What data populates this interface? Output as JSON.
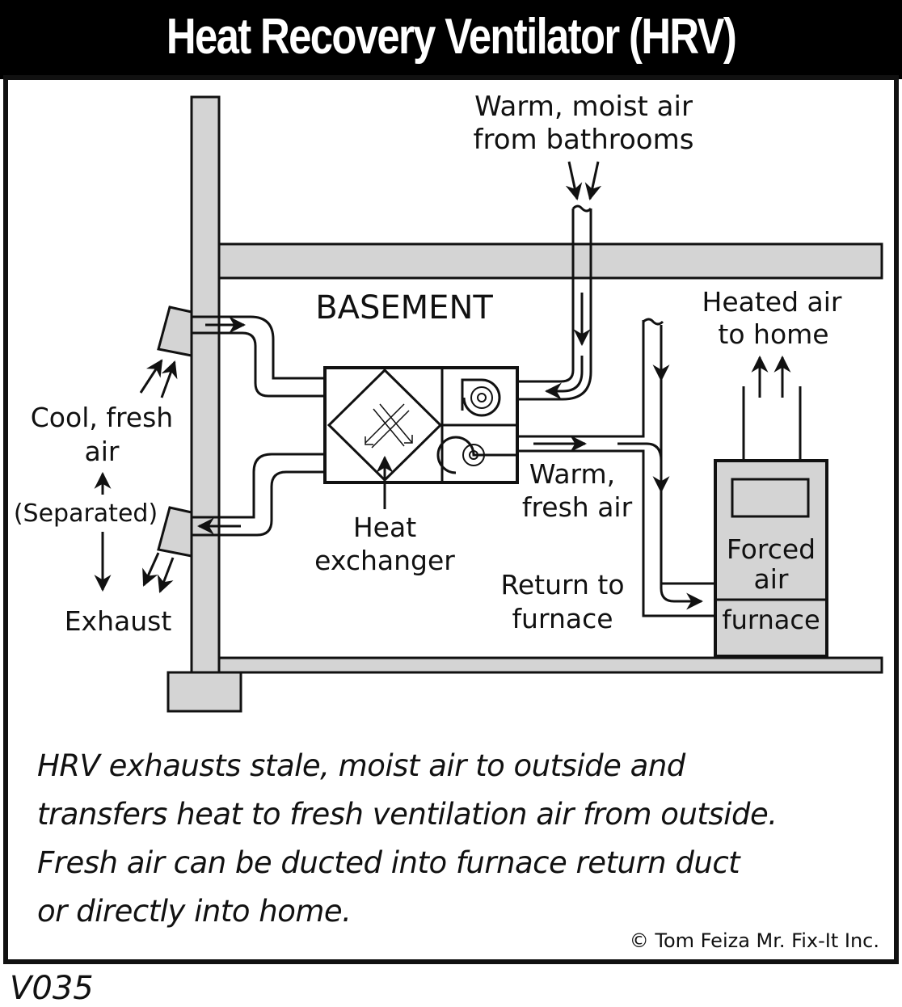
{
  "title": "Heat Recovery Ventilator (HRV)",
  "labels": {
    "bathrooms_line1": "Warm, moist air",
    "bathrooms_line2": "from bathrooms",
    "basement": "BASEMENT",
    "heated_line1": "Heated air",
    "heated_line2": "to home",
    "cool_line1": "Cool, fresh",
    "cool_line2": "air",
    "separated": "(Separated)",
    "exhaust": "Exhaust",
    "heat_exchanger_line1": "Heat",
    "heat_exchanger_line2": "exchanger",
    "warm_fresh_line1": "Warm,",
    "warm_fresh_line2": "fresh air",
    "return_line1": "Return to",
    "return_line2": "furnace",
    "furnace_line1": "Forced",
    "furnace_line2": "air",
    "furnace_line3": "furnace"
  },
  "caption": [
    "HRV exhausts stale, moist air to outside and",
    "transfers heat to fresh ventilation air from outside.",
    "Fresh air can be ducted into furnace return duct",
    "or directly into home."
  ],
  "copyright": "© Tom Feiza Mr. Fix-It Inc.",
  "code": "V035",
  "colors": {
    "structure_fill": "#d4d4d4",
    "furnace_fill": "#d4d4d4",
    "ink": "#111111",
    "title_bg": "#000000",
    "title_text": "#ffffff"
  }
}
